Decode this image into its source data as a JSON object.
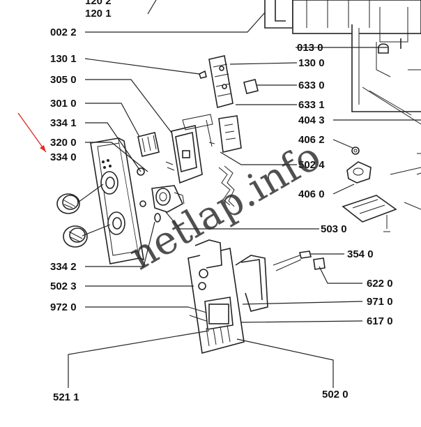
{
  "diagram": {
    "labels": {
      "l1202": "120 2",
      "l1201": "120 1",
      "l0022": "002 2",
      "l1301": "130 1",
      "l3050": "305 0",
      "l3010": "301 0",
      "l3341": "334 1",
      "l3200": "320 0",
      "l3340": "334 0",
      "l3342": "334 2",
      "l5023": "502 3",
      "l9720": "972 0",
      "l5211": "521 1",
      "l0130": "013 0",
      "l1300": "130 0",
      "l6330": "633 0",
      "l6331": "633 1",
      "l4043": "404 3",
      "l4062": "406 2",
      "l5024": "502 4",
      "l4060": "406 0",
      "l5030": "503 0",
      "l3540": "354 0",
      "l6220": "622 0",
      "l9710": "971 0",
      "l6170": "617 0",
      "l5020": "502 0"
    },
    "watermark": "netlap.info",
    "accent_color": "#e0302a"
  }
}
